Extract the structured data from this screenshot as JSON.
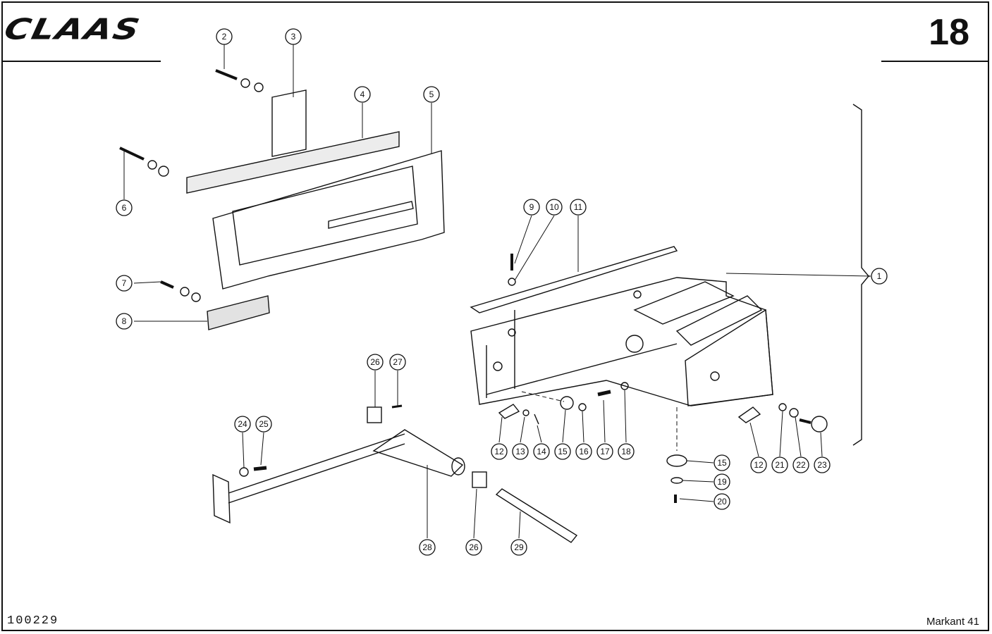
{
  "header": {
    "brand": "CLAAS",
    "page_number": "18"
  },
  "footer": {
    "drawing_number": "100229",
    "model": "Markant 41"
  },
  "callouts": [
    "1",
    "2",
    "3",
    "4",
    "5",
    "6",
    "7",
    "8",
    "9",
    "10",
    "11",
    "12",
    "13",
    "14",
    "15",
    "16",
    "17",
    "18",
    "12",
    "21",
    "22",
    "23",
    "15",
    "19",
    "20",
    "24",
    "25",
    "26",
    "27",
    "28",
    "26",
    "29"
  ]
}
